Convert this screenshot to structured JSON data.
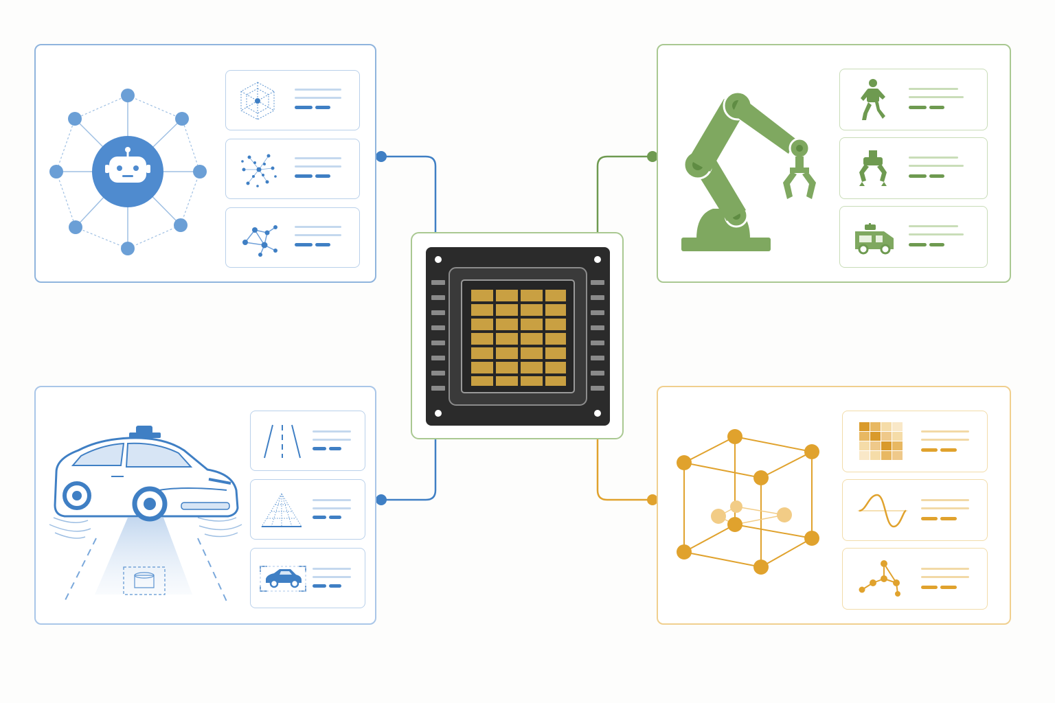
{
  "colors": {
    "blue": "#3f7fc4",
    "blue_light": "#a9c6e8",
    "green": "#7fa860",
    "green_light": "#c3d9b0",
    "orange": "#e0a22d",
    "orange_light": "#f2d59a",
    "chip_body": "#2a2a2a",
    "chip_die": "#c9a042"
  },
  "center": {
    "label": ""
  },
  "panels": [
    {
      "id": "ai-agents",
      "accent": "blue",
      "hero_icon": "robot-network-icon",
      "cards": [
        {
          "icon": "hexagon-mesh-icon"
        },
        {
          "icon": "scatter-cluster-icon"
        },
        {
          "icon": "node-graph-icon"
        }
      ]
    },
    {
      "id": "robotics",
      "accent": "green",
      "hero_icon": "robot-arm-icon",
      "cards": [
        {
          "icon": "humanoid-robot-icon"
        },
        {
          "icon": "gripper-icon"
        },
        {
          "icon": "delivery-vehicle-icon"
        }
      ]
    },
    {
      "id": "autonomous-driving",
      "accent": "blue",
      "hero_icon": "self-driving-car-icon",
      "cards": [
        {
          "icon": "lane-lines-icon"
        },
        {
          "icon": "point-cloud-icon"
        },
        {
          "icon": "car-detection-icon"
        }
      ]
    },
    {
      "id": "scientific-computing",
      "accent": "orange",
      "hero_icon": "lattice-cube-icon",
      "cards": [
        {
          "icon": "heatmap-grid-icon"
        },
        {
          "icon": "sine-wave-icon"
        },
        {
          "icon": "molecule-icon"
        }
      ]
    }
  ]
}
